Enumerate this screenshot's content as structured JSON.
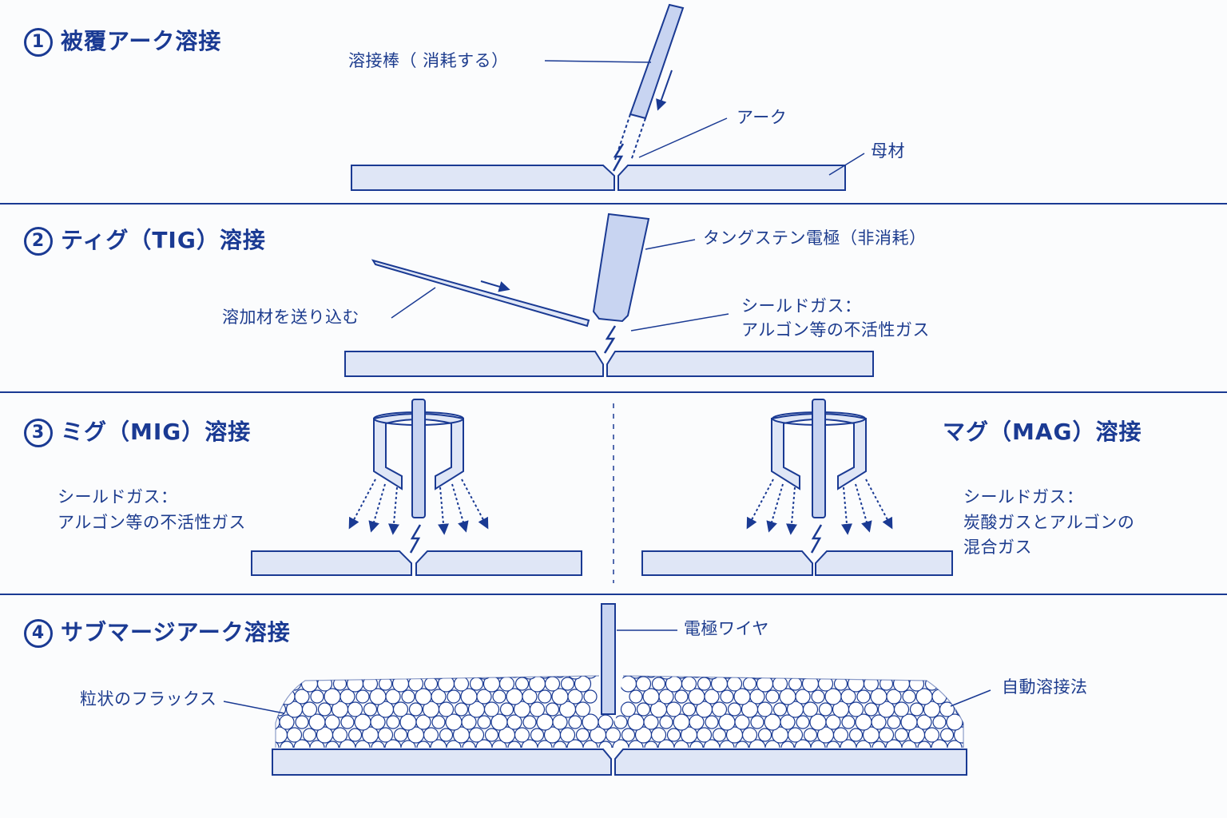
{
  "sections": [
    {
      "number": "1",
      "title": "被覆アーク溶接"
    },
    {
      "number": "2",
      "title": "ティグ（TIG）溶接"
    },
    {
      "number": "3",
      "title": "ミグ（MIG）溶接"
    },
    {
      "number": "4",
      "title": "サブマージアーク溶接"
    }
  ],
  "mag_title": "マグ（MAG）溶接",
  "labels": {
    "s1_electrode": "溶接棒（ 消耗する）",
    "s1_arc": "アーク",
    "s1_base": "母材",
    "s2_electrode": "タングステン電極（非消耗）",
    "s2_filler": "溶加材を送り込む",
    "s2_gas_line1": "シールドガス：",
    "s2_gas_line2": "アルゴン等の不活性ガス",
    "s3_gas_line1": "シールドガス：",
    "s3_gas_line2": "アルゴン等の不活性ガス",
    "mag_gas_line1": "シールドガス：",
    "mag_gas_line2": "炭酸ガスとアルゴンの",
    "mag_gas_line3": "混合ガス",
    "s4_wire": "電極ワイヤ",
    "s4_flux": "粒状のフラックス",
    "s4_auto": "自動溶接法"
  },
  "colors": {
    "line": "#1a3a93",
    "fill": "#dfe6f6",
    "fill_dark": "#c8d4f1",
    "background": "#fbfcfd"
  }
}
